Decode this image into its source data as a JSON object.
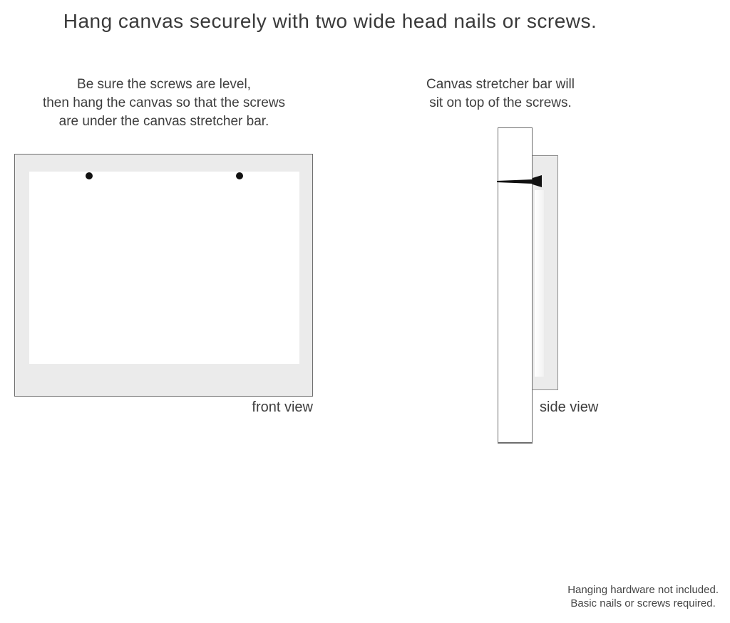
{
  "title": "Hang canvas securely with two wide head nails or screws.",
  "left_note": {
    "lines": [
      "Be sure the screws are level,",
      "then hang the canvas so that the screws",
      "are under the canvas stretcher bar."
    ]
  },
  "right_note": {
    "lines": [
      "Canvas stretcher bar will",
      "sit on top of the screws."
    ]
  },
  "front_view": {
    "label": "front view",
    "screw_count": 2
  },
  "side_view": {
    "label": "side view"
  },
  "footer": {
    "lines": [
      "Hanging hardware not included.",
      "Basic nails or screws required."
    ]
  },
  "colors": {
    "canvas_gray": "#ebebeb",
    "border_gray": "#6e6e6e",
    "ink": "#111111",
    "text": "#3b3b3b"
  }
}
